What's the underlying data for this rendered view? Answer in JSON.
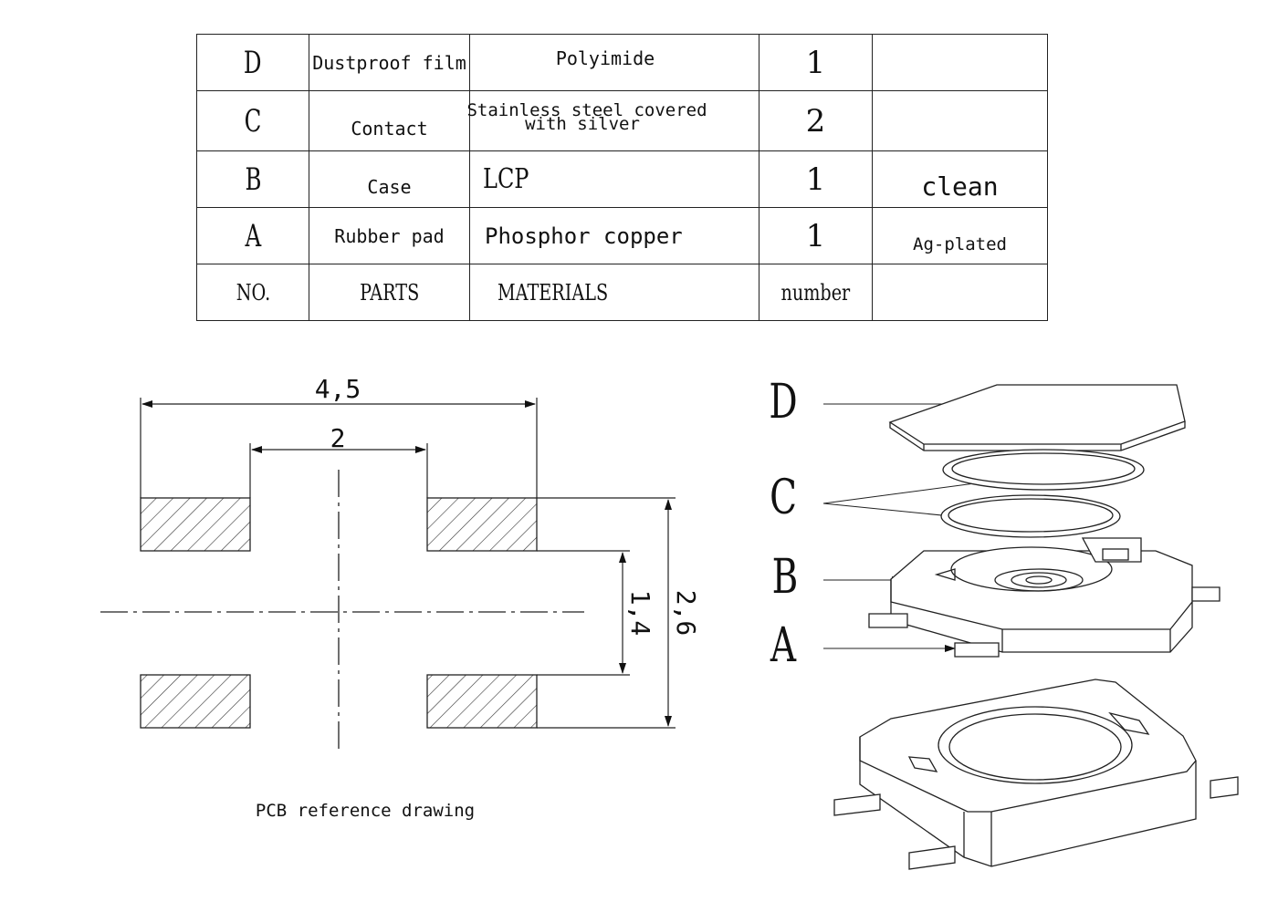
{
  "table": {
    "rows": [
      {
        "no": "D",
        "part": "Dustproof film",
        "material_line1": "Polyimide",
        "material_line2": "",
        "number": "1",
        "remark": ""
      },
      {
        "no": "C",
        "part": "Contact",
        "material_line1": "Stainless steel covered",
        "material_line2": "with silver",
        "number": "2",
        "remark": ""
      },
      {
        "no": "B",
        "part": "Case",
        "material_line1": "LCP",
        "material_line2": "",
        "number": "1",
        "remark": "clean"
      },
      {
        "no": "A",
        "part": "Rubber pad",
        "material_line1": "Phosphor copper",
        "material_line2": "",
        "number": "1",
        "remark": "Ag-plated"
      }
    ],
    "header": {
      "no": "NO.",
      "part": "PARTS",
      "material": "MATERIALS",
      "number": "number",
      "remark": ""
    }
  },
  "pcb": {
    "dim_total_width": "4,5",
    "dim_inner_gap": "2",
    "dim_inner_height": "1,4",
    "dim_total_height": "2,6",
    "caption": "PCB reference drawing"
  },
  "exploded": {
    "labels": [
      "D",
      "C",
      "B",
      "A"
    ]
  }
}
